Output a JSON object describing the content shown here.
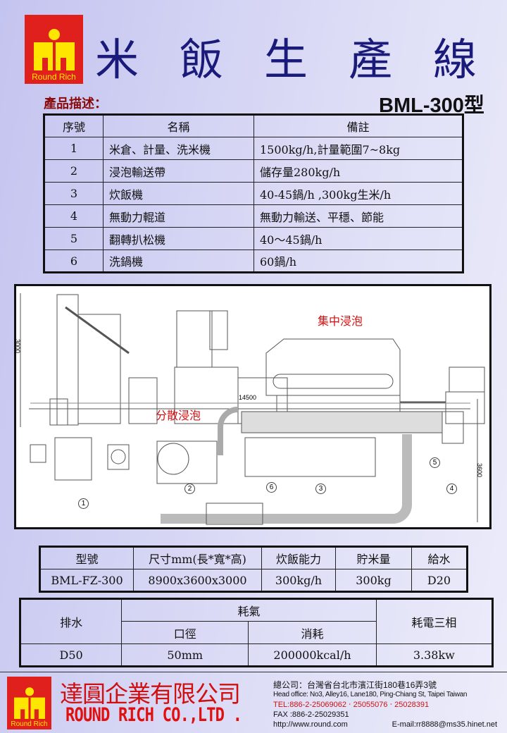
{
  "header": {
    "logo_text": "Round Rich",
    "title_chars": [
      "米",
      "飯",
      "生",
      "產",
      "線"
    ],
    "section_label": "產品描述：",
    "model": "BML-300型"
  },
  "components_table": {
    "headers": [
      "序號",
      "名稱",
      "備註"
    ],
    "rows": [
      [
        "1",
        "米倉、計量、洗米機",
        "1500kg/h,計量範圍7~8kg"
      ],
      [
        "2",
        "浸泡輸送帶",
        "儲存量280kg/h"
      ],
      [
        "3",
        "炊飯機",
        "40-45鍋/h ,300kg生米/h"
      ],
      [
        "4",
        "無動力輥道",
        "無動力輸送、平穩、節能"
      ],
      [
        "5",
        "翻轉扒松機",
        "40～45鍋/h"
      ],
      [
        "6",
        "洗鍋機",
        "60鍋/h"
      ]
    ]
  },
  "drawing": {
    "label_top": "集中浸泡",
    "label_bottom": "分散浸泡",
    "dim_height": "3000",
    "dim_length": "14500",
    "dim_width": "3600",
    "callouts": [
      "1",
      "2",
      "3",
      "4",
      "5",
      "6"
    ]
  },
  "spec_table": {
    "headers": [
      "型號",
      "尺寸mm(長*寬*高)",
      "炊飯能力",
      "貯米量",
      "給水"
    ],
    "values": [
      "BML-FZ-300",
      "8900x3600x3000",
      "300kg/h",
      "300kg",
      "D20"
    ]
  },
  "utility_table": {
    "drain": "排水",
    "gas": "耗氣",
    "gas_diameter": "口徑",
    "gas_consumption": "消耗",
    "power": "耗電三相",
    "values": [
      "D50",
      "50mm",
      "200000kcal/h",
      "3.38kw"
    ]
  },
  "footer": {
    "logo_text": "Round Rich",
    "company_ch": "達圓企業有限公司",
    "company_en": "ROUND RICH CO.,LTD .",
    "address_ch": "總公司：台灣省台北市濱江街180巷16弄3號",
    "address_en": "Head office: No3, Alley16, Lane180, Ping-Chiang St, Taipei Taiwan",
    "tel": "TEL:886-2-25069062 ‧ 25055076 ‧ 25028391",
    "fax": "FAX :886-2-25029351",
    "web": "http://www.round.com",
    "email": "E-mail:rr8888@ms35.hinet.net"
  },
  "colors": {
    "logo_red": "#e0201c",
    "logo_yellow": "#ffe600",
    "title_blue": "#1a1a7a",
    "accent_red": "#d01010"
  }
}
